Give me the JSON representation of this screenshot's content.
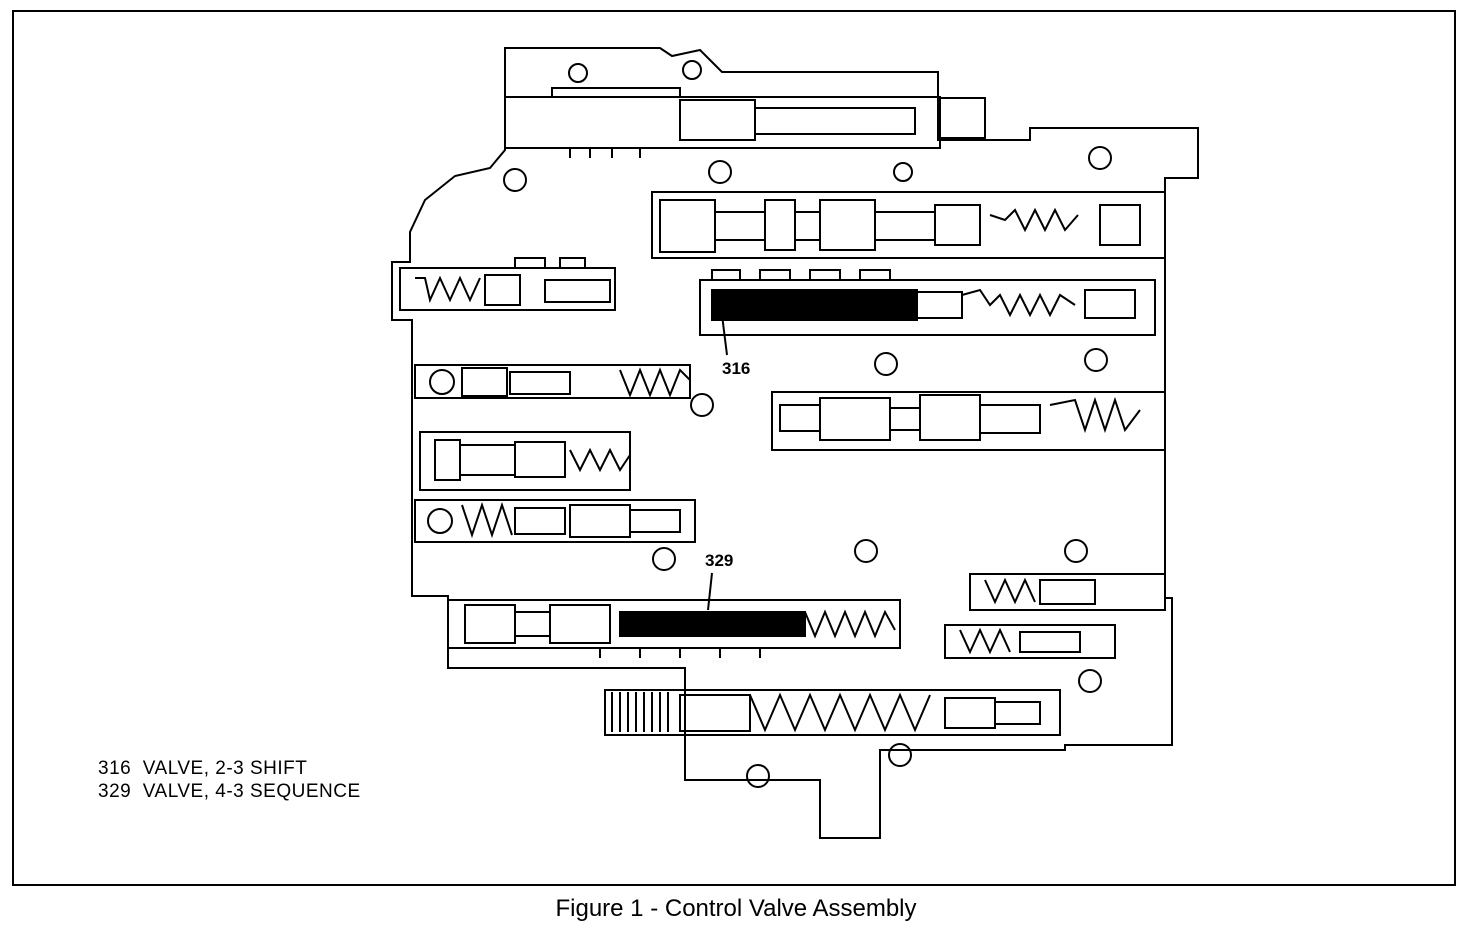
{
  "figure": {
    "caption": "Figure 1 - Control Valve Assembly",
    "callouts": [
      {
        "id": "316",
        "label": "316"
      },
      {
        "id": "329",
        "label": "329"
      }
    ],
    "legend": [
      {
        "number": "316",
        "text": "VALVE, 2-3 SHIFT"
      },
      {
        "number": "329",
        "text": "VALVE, 4-3 SEQUENCE"
      }
    ]
  }
}
